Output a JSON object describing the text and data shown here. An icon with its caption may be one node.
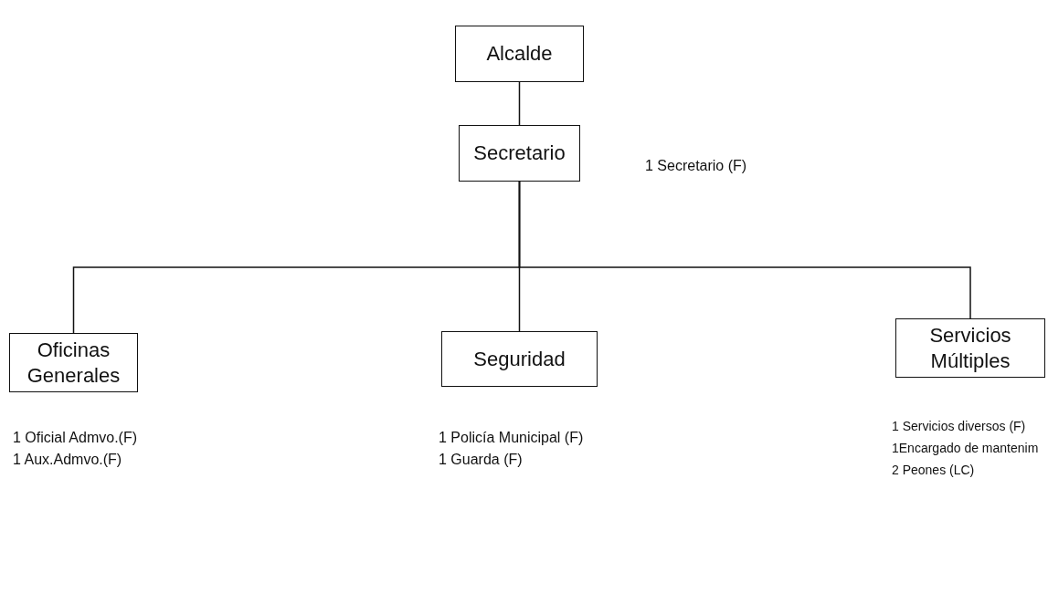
{
  "diagram": {
    "nodes": [
      {
        "text": [
          "Alcalde"
        ]
      },
      {
        "text": [
          "Secretario"
        ]
      },
      {
        "text": [
          "Oficinas Generales"
        ],
        "beside": [
          "1 Oficial Admvo.(F)",
          "1 Aux.Admvo.(F)"
        ]
      },
      {
        "text": [
          "Seguridad"
        ],
        "beside": [
          "1 Policía Municipal (F)",
          "1 Guarda (F)"
        ]
      },
      {
        "text": [
          "Servicios Múltiples"
        ],
        "beside": [
          "1 Servicios diversos (F)",
          "1Encargado de mantenim",
          "2 Peones (LC)"
        ]
      }
    ],
    "edges": [
      {
        "from": 0,
        "to": 1,
        "arrow": "none"
      },
      {
        "from": 1,
        "to": 2,
        "arrow": "none"
      },
      {
        "from": 1,
        "to": 3,
        "arrow": "none"
      },
      {
        "from": 1,
        "to": 4,
        "arrow": "none"
      }
    ],
    "labels": [
      "1 Secretario (F)"
    ]
  }
}
